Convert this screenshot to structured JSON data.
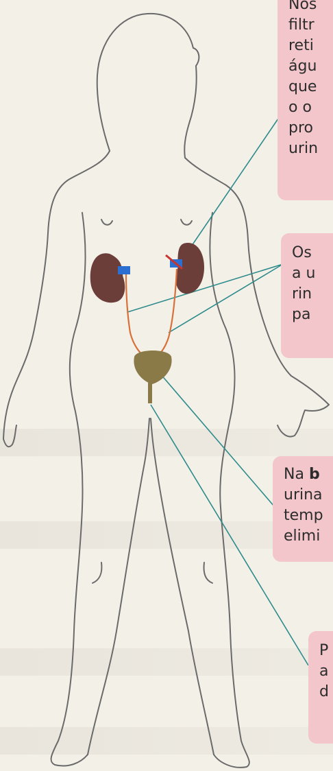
{
  "boxes": {
    "kidneys": [
      "Nos",
      "filtr",
      "reti",
      "águ",
      "que",
      "o o",
      "pro",
      "urin"
    ],
    "ureters": [
      "Os",
      "a u",
      "rin",
      "pa"
    ],
    "bladder": {
      "bold": "b",
      "lead": "Na ",
      "lines": [
        "urina",
        "temp",
        "elimi"
      ]
    },
    "urethra": [
      "P",
      "a",
      "d"
    ]
  },
  "colors": {
    "box": "#f2c6ca",
    "pointer": "#2e8b8b",
    "kidney": "#6b3e3a",
    "ureter": "#d9703a",
    "bladder": "#8a7a48"
  }
}
